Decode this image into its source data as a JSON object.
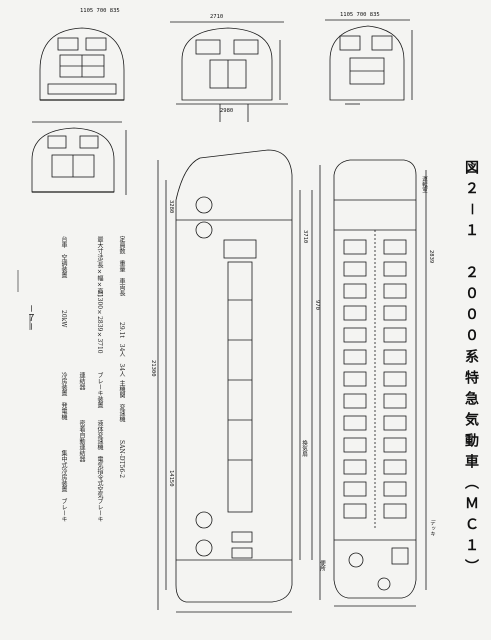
{
  "title": "図２－１　２０００系特急気動車（ＭＣ１）",
  "page_number": "－７－",
  "specs_col1": [
    "定員数",
    "重量",
    "車両長",
    "最大寸法(長×幅×高)",
    "台車",
    "空調装置"
  ],
  "specs_col2": [
    "29.1t",
    "34人",
    "34人",
    "21300×2839×3710",
    "",
    "20kW"
  ],
  "specs_col3": [
    "主機関",
    "変速機",
    "ブレーキ装置",
    "連結器",
    "冷房装置",
    "発電機"
  ],
  "specs_col4": [
    "SAN-DT56-2",
    "液体変速機",
    "電気指令式空気ブレーキ",
    "密着自動連結器",
    "集中式冷房装置",
    "ブレーキ"
  ],
  "dims": {
    "front_left_top": "1105 700 835",
    "front_center_width": "2710",
    "front_right_top": "1105 700 835",
    "front_center_bottom": "2980",
    "side_total": "21300",
    "side_height": "3710",
    "plan_width": "2839",
    "seat_pitch": "970",
    "cab_len": "3280",
    "bogie_center": "14150"
  },
  "labels": {
    "toilet": "便所",
    "driver": "運転室",
    "deck": "デッキ",
    "fan": "換気扇"
  }
}
